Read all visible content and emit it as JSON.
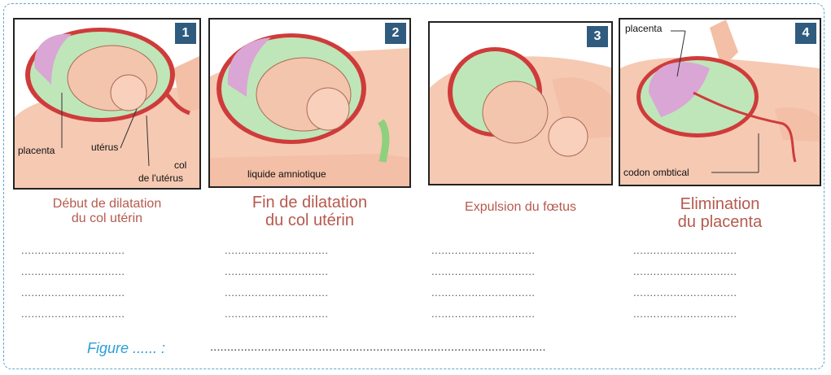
{
  "panels": [
    {
      "number": "1",
      "labels": {
        "placenta": "placenta",
        "uterus": "utérus",
        "col": "col",
        "col2": "de l'utérus"
      },
      "caption_lines": [
        "Début de dilatation",
        "du col utérin"
      ]
    },
    {
      "number": "2",
      "labels": {
        "liquide": "liquide amniotique"
      },
      "caption_lines": [
        "Fin de dilatation",
        "du col utérin"
      ]
    },
    {
      "number": "3",
      "labels": {},
      "caption_lines": [
        "Expulsion du fœtus"
      ]
    },
    {
      "number": "4",
      "labels": {
        "placenta": "placenta",
        "codon": "codon ombtical"
      },
      "caption_lines": [
        "Elimination",
        "du placenta"
      ]
    }
  ],
  "answer_dots": "...............................",
  "figure": {
    "label": "Figure  ...... :",
    "dots": "..................................................................................................."
  },
  "colors": {
    "frame": "#5fa8d3",
    "badge": "#2f5b7e",
    "caption": "#b55a4e",
    "figure_label": "#2a9fd8",
    "skin": "#f6c9b3",
    "uterus": "#cf3b3b",
    "fluid": "#bfe6b8",
    "placenta": "#d9a6d6"
  }
}
